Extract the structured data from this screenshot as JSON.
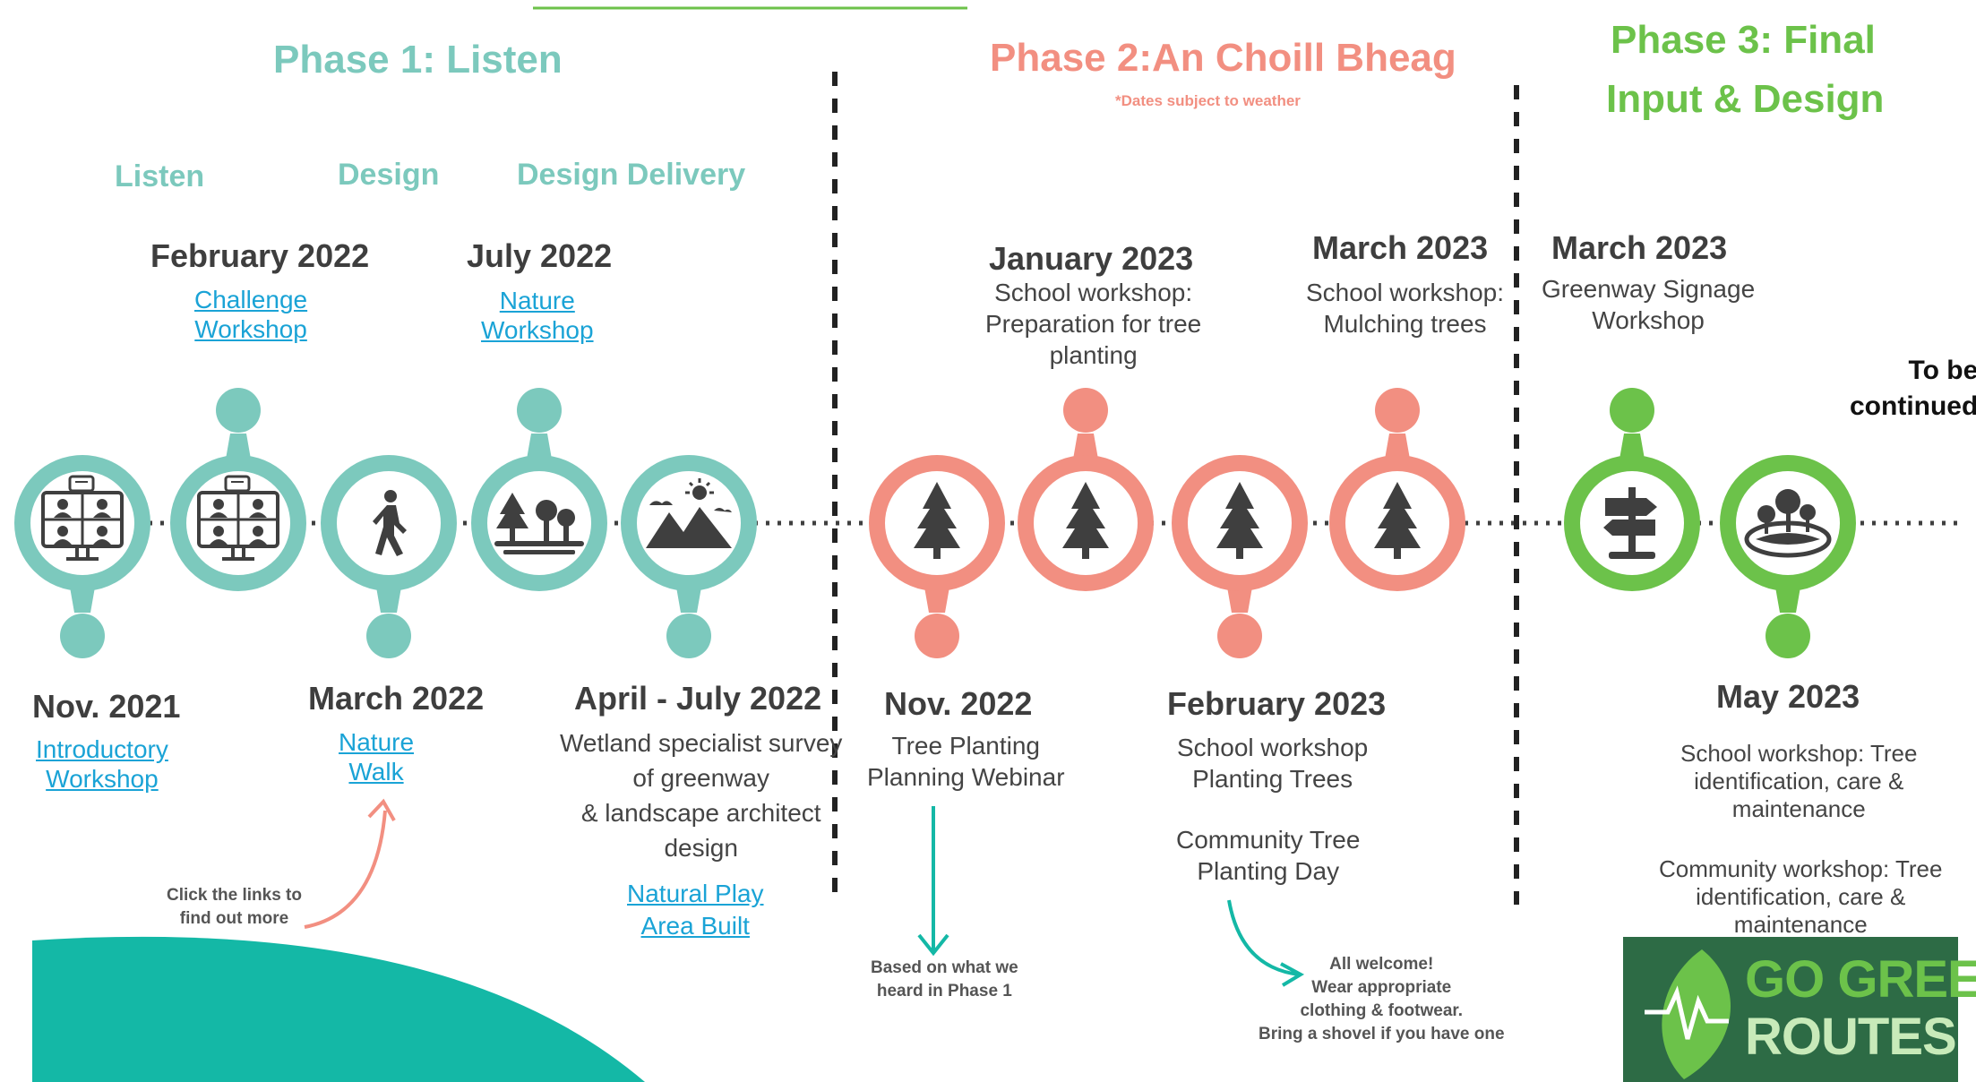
{
  "colors": {
    "teal": "#7cc9bd",
    "salmon": "#f28f81",
    "green": "#6cc24a",
    "dark_teal": "#14b8a6",
    "icon": "#3f3f3f",
    "link": "#1aa3d6"
  },
  "phases": [
    {
      "title": "Phase 1: Listen",
      "color": "#7cc9bd"
    },
    {
      "title": "Phase 2:An Choill Bheag",
      "note": "*Dates subject to weather",
      "color": "#f28f81"
    },
    {
      "title_line1": "Phase 3: Final",
      "title_line2": "Input & Design",
      "color": "#6cc24a"
    }
  ],
  "stages": [
    "Listen",
    "Design",
    "Design Delivery"
  ],
  "events": [
    {
      "date": "Nov. 2021",
      "link1": "Introductory",
      "link2": "Workshop",
      "icon": "video-call-icon"
    },
    {
      "date": "February 2022",
      "link1": "Challenge",
      "link2": "Workshop",
      "icon": "video-call-icon"
    },
    {
      "date": "March 2022",
      "link1": "Nature",
      "link2": "Walk",
      "icon": "walking-person-icon"
    },
    {
      "date": "July 2022",
      "link1": "Nature",
      "link2": "Workshop",
      "icon": "forest-icon"
    },
    {
      "date": "April - July 2022",
      "desc": [
        "Wetland specialist survey",
        "of greenway",
        "& landscape architect",
        "design"
      ],
      "link1": "Natural Play",
      "link2": "Area Built",
      "icon": "landscape-icon"
    },
    {
      "date": "Nov. 2022",
      "desc": [
        "Tree Planting",
        "Planning Webinar"
      ],
      "icon": "tree-icon"
    },
    {
      "date": "January 2023",
      "desc": [
        "School workshop:",
        "Preparation for tree",
        "planting"
      ],
      "icon": "tree-icon"
    },
    {
      "date": "February 2023",
      "desc": [
        "School workshop",
        "Planting Trees",
        "Community Tree",
        "Planting Day"
      ],
      "icon": "tree-icon"
    },
    {
      "date": "March 2023",
      "desc": [
        "School workshop:",
        "Mulching trees"
      ],
      "icon": "tree-icon"
    },
    {
      "date": "March 2023",
      "desc": [
        "Greenway Signage",
        "Workshop"
      ],
      "icon": "signpost-icon"
    },
    {
      "date": "May 2023",
      "desc": [
        "School workshop: Tree",
        "identification, care &",
        "maintenance",
        "Community workshop: Tree",
        "identification, care &",
        "maintenance"
      ],
      "icon": "park-icon"
    }
  ],
  "to_be_continued": [
    "To be",
    "continued"
  ],
  "notes": {
    "click": [
      "Click the links to",
      "find out more"
    ],
    "heard": [
      "Based on what we",
      "heard in Phase 1"
    ],
    "welcome": [
      "All welcome!",
      "Wear appropriate",
      "clothing & footwear.",
      "Bring a shovel if you have one"
    ]
  },
  "logo": {
    "line1": "GO GREEN",
    "line2": "ROUTES"
  }
}
